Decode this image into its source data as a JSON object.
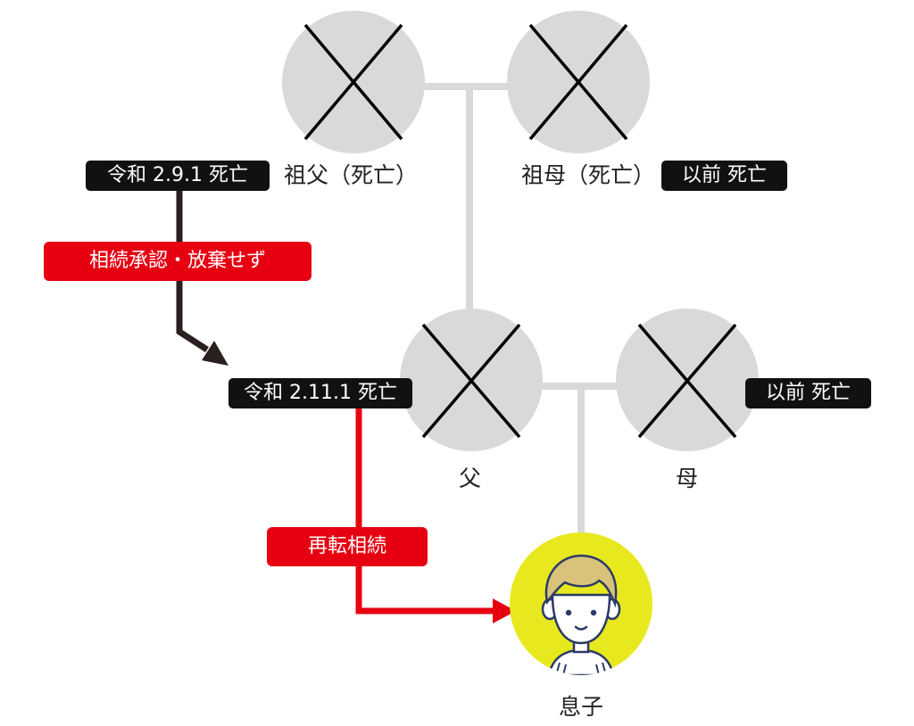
{
  "people": {
    "grandfather": {
      "name": "祖父（死亡）"
    },
    "grandmother": {
      "name": "祖母（死亡）",
      "tag": "以前 死亡"
    },
    "father": {
      "name": "父",
      "tag": "令和 2.11.1 死亡"
    },
    "mother": {
      "name": "母",
      "tag": "以前 死亡"
    },
    "son": {
      "name": "息子"
    }
  },
  "events": {
    "grandfather_death": "令和 2.9.1 死亡",
    "no_action": "相続承認・放棄せず",
    "secondary_inheritance": "再転相続"
  },
  "colors": {
    "accent_red": "#e60012",
    "tag_black": "#111111",
    "connector_gray": "#d9d9d9",
    "arrow_dark": "#2a2020",
    "avatar_yellow": "#e8e81e"
  },
  "icons": {
    "deceased_marker": "cross-mark-icon",
    "son_avatar": "person-avatar-icon"
  }
}
